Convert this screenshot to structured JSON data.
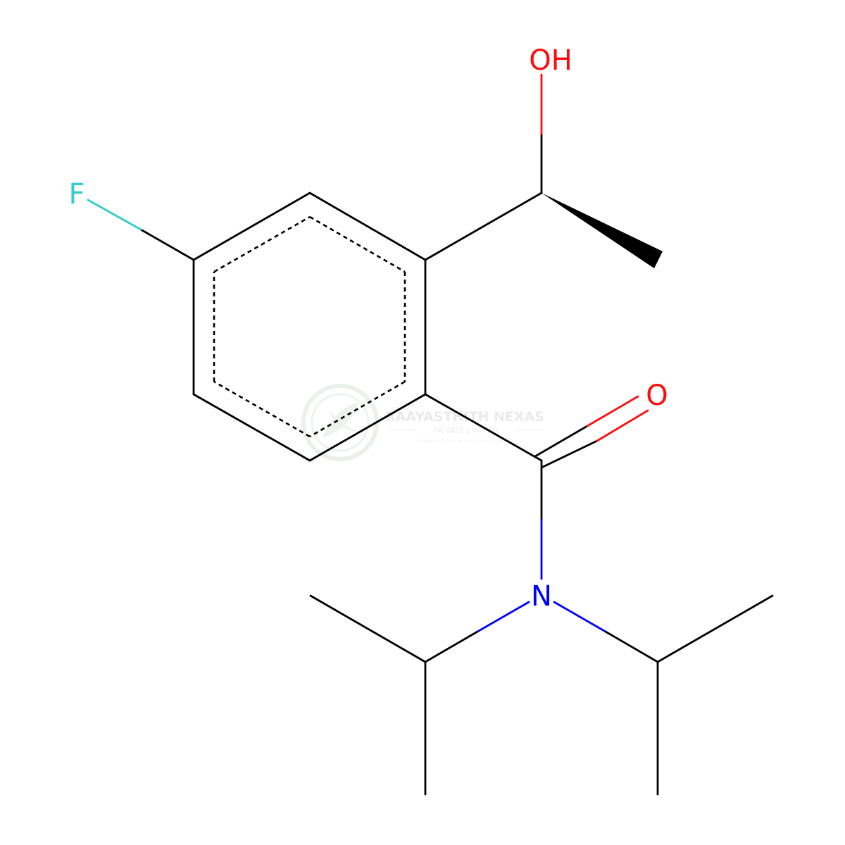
{
  "atoms": {
    "hydroxyl": "OH",
    "fluorine": "F",
    "carbonyl_oxygen": "O",
    "nitrogen": "N"
  },
  "colors": {
    "bond": "#000000",
    "oxygen": "#ff0d0d",
    "nitrogen": "#0000ff",
    "fluorine": "#33cccc",
    "watermark": "#cfd8cf"
  },
  "watermark": {
    "title": "RAAYASTHITH NEXAS",
    "subtitle": "PRIVATE LIMITED",
    "tagline": "Complete solutions for every molecule journey"
  }
}
